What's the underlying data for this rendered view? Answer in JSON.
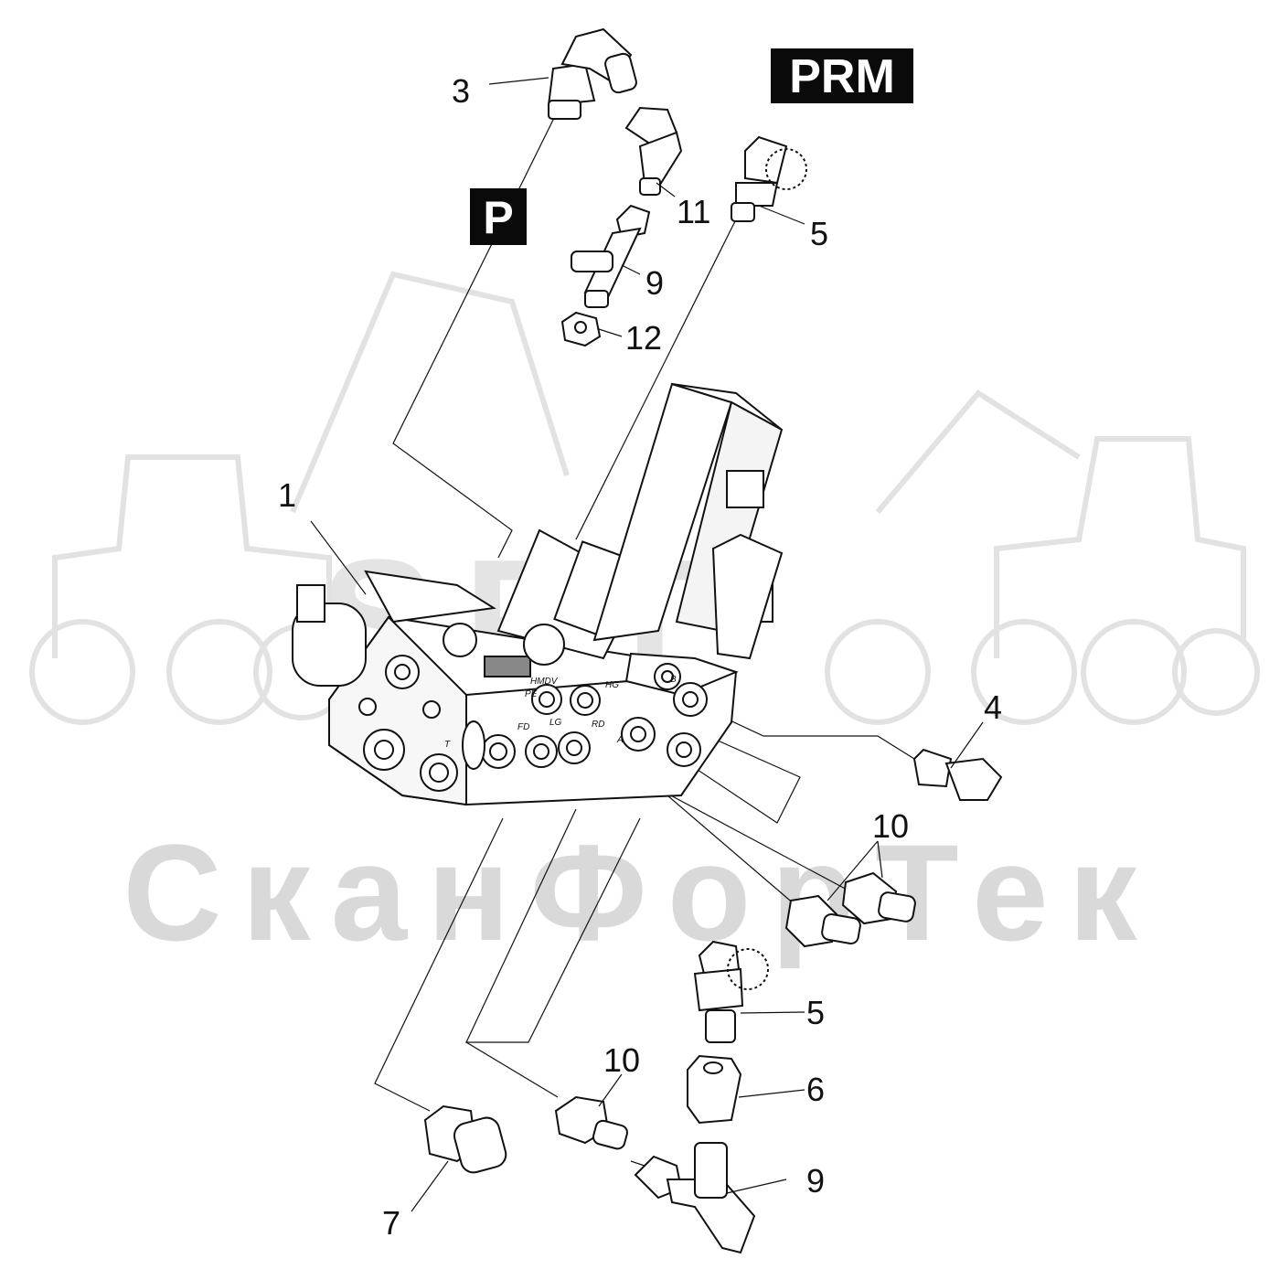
{
  "watermark": {
    "text": "СканФорТек",
    "logo_text": "SFT"
  },
  "tags": {
    "prm": "PRM",
    "p": "P"
  },
  "port_labels": {
    "t": "T",
    "pe": "PE",
    "hmdv": "HMDV",
    "hg": "HG",
    "lg": "LG",
    "fd": "FD",
    "rd": "RD",
    "a": "A",
    "b": "B"
  },
  "callouts": [
    {
      "id": "c3",
      "label": "3"
    },
    {
      "id": "c11",
      "label": "11"
    },
    {
      "id": "c5a",
      "label": "5"
    },
    {
      "id": "c9a",
      "label": "9"
    },
    {
      "id": "c12",
      "label": "12"
    },
    {
      "id": "c1",
      "label": "1"
    },
    {
      "id": "c4",
      "label": "4"
    },
    {
      "id": "c10a",
      "label": "10"
    },
    {
      "id": "c5b",
      "label": "5"
    },
    {
      "id": "c6",
      "label": "6"
    },
    {
      "id": "c10b",
      "label": "10"
    },
    {
      "id": "c9b",
      "label": "9"
    },
    {
      "id": "c7",
      "label": "7"
    }
  ],
  "colors": {
    "ink": "#111111",
    "watermark": "#d9d9d9",
    "tag_bg": "#0a0a0a"
  }
}
